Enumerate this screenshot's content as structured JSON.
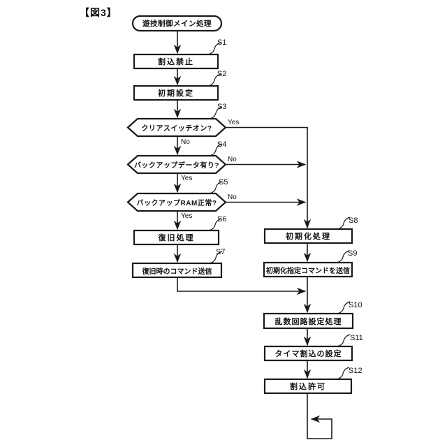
{
  "figure_label": "【図3】",
  "flow": {
    "start": "遊技制御メイン処理",
    "yes": "Yes",
    "no": "No",
    "steps": {
      "s1": {
        "tag": "S1",
        "label": "割込禁止"
      },
      "s2": {
        "tag": "S2",
        "label": "初期設定"
      },
      "s3": {
        "tag": "S3",
        "label": "クリアスイッチオン?"
      },
      "s4": {
        "tag": "S4",
        "label": "バックアップデータ有り?"
      },
      "s5": {
        "tag": "S5",
        "label": "バックアップRAM正常?"
      },
      "s6": {
        "tag": "S6",
        "label": "復旧処理"
      },
      "s7": {
        "tag": "S7",
        "label": "復旧時のコマンド送信"
      },
      "s8": {
        "tag": "S8",
        "label": "初期化処理"
      },
      "s9": {
        "tag": "S9",
        "label": "初期化指定コマンドを送信"
      },
      "s10": {
        "tag": "S10",
        "label": "乱数回路設定処理"
      },
      "s11": {
        "tag": "S11",
        "label": "タイマ割込の設定"
      },
      "s12": {
        "tag": "S12",
        "label": "割込許可"
      }
    },
    "colors": {
      "line": "#1a1a1a",
      "background": "#ffffff"
    }
  }
}
